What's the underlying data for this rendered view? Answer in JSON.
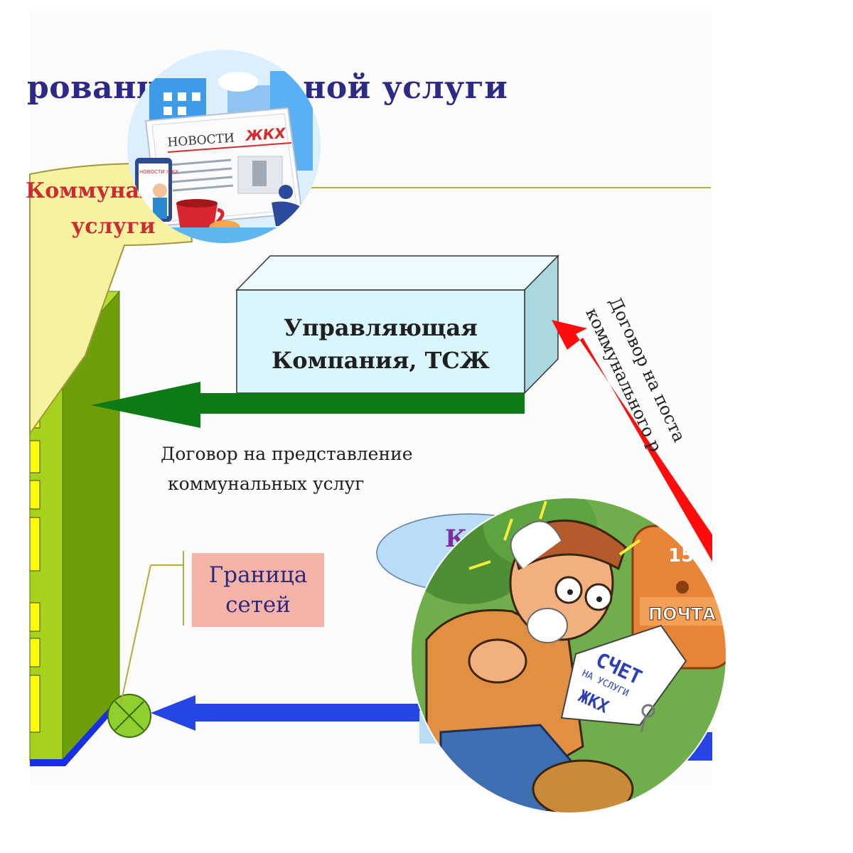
{
  "slide": {
    "title": "рования      унальной услуги",
    "callout": {
      "line1": "Коммунал",
      "line2": "услуги"
    },
    "management_box": {
      "line1": "Управляющая",
      "line2": "Компания, ТСЖ"
    },
    "contract_provision": {
      "line1": "Договор на представление",
      "line2": "коммунальных услуг"
    },
    "contract_supply": {
      "line1": "Договор на поста",
      "line2": "коммунального  р"
    },
    "network_border": {
      "line1": "Граница",
      "line2": "сетей"
    },
    "partial_ellipse_letter": "К"
  },
  "news_badge": {
    "masthead_word1": "НОВОСТИ",
    "masthead_word2": "ЖКХ",
    "phone_text": "НОВОСТИ ЖКХ"
  },
  "cartoon_badge": {
    "bill_line1": "СЧЕТ",
    "bill_line2": "НА УСЛУГИ",
    "bill_line3": "ЖКХ",
    "mailbox_label": "ПОЧТА",
    "mailbox_number": "15"
  },
  "colors": {
    "title": "#2d2a86",
    "callout_fill": "#f6f2a0",
    "callout_text": "#cc2b32",
    "box_front": "#d8f6fb",
    "box_side": "#a9d8df",
    "green_arrow": "#0d7a16",
    "red_arrow": "#ff0d0d",
    "blue_arrow": "#2546e2",
    "building_light": "#a6d21e",
    "building_dark": "#6e9e0a",
    "window_yellow": "#ffff00",
    "border_label_fill": "#f6b3a8"
  }
}
